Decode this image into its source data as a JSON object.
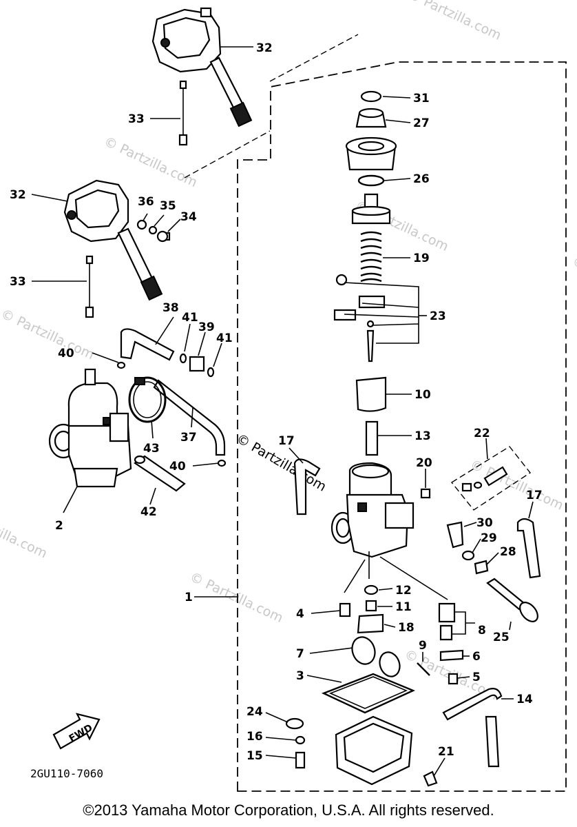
{
  "watermark": "© Partzilla.com",
  "center_watermark": "© Partzilla.com",
  "diagram_code": "2GU110-7060",
  "fwd_label": "FWD",
  "copyright": "©2013  Yamaha Motor Corporation, U.S.A. All rights reserved.",
  "callouts": {
    "c31": "31",
    "c27": "27",
    "c26": "26",
    "c19": "19",
    "c23": "23",
    "c10": "10",
    "c13": "13",
    "c22": "22",
    "c20": "20",
    "c17a": "17",
    "c17b": "17",
    "c30": "30",
    "c29": "29",
    "c28": "28",
    "c12": "12",
    "c11": "11",
    "c4": "4",
    "c18": "18",
    "c8": "8",
    "c25": "25",
    "c7": "7",
    "c9": "9",
    "c6": "6",
    "c3": "3",
    "c5": "5",
    "c14": "14",
    "c24": "24",
    "c16": "16",
    "c15": "15",
    "c21": "21",
    "c1": "1",
    "c32a": "32",
    "c33a": "33",
    "c32b": "32",
    "c36": "36",
    "c35": "35",
    "c34": "34",
    "c33b": "33",
    "c38": "38",
    "c41a": "41",
    "c39": "39",
    "c41b": "41",
    "c40a": "40",
    "c43": "43",
    "c37": "37",
    "c40b": "40",
    "c42": "42",
    "c2": "2"
  }
}
